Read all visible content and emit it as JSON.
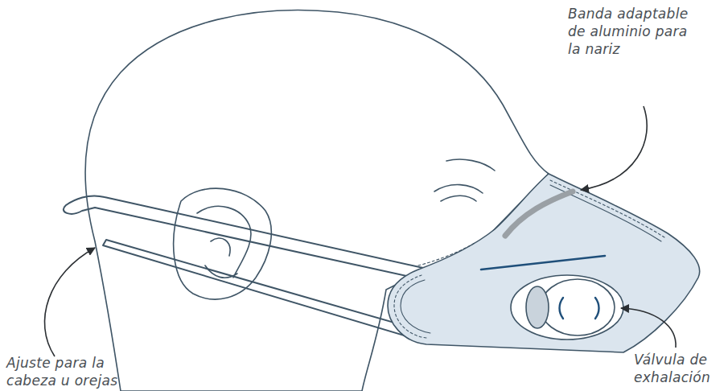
{
  "diagram": {
    "labels": [
      "Banda adaptable de aluminio para la nariz",
      "Ajuste para la cabeza u orejas",
      "Válvula de exhalación"
    ]
  }
}
